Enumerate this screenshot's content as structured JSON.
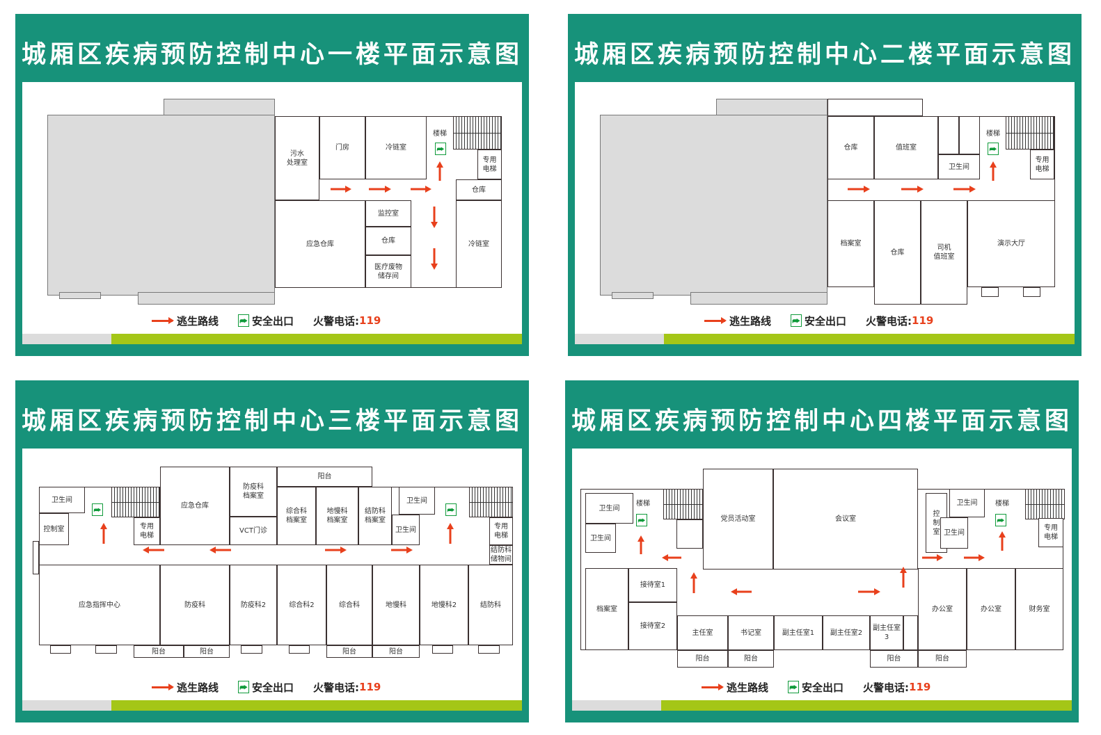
{
  "legend": {
    "route": "逃生路线",
    "exit": "安全出口",
    "fire_label": "火警电话:",
    "fire_number": "119"
  },
  "colors": {
    "panel_green": "#17927a",
    "arrow_red": "#e8401c",
    "exit_green": "#0f9a3a",
    "bar_lime": "#a4c617"
  },
  "icons": {
    "exit": "running-man-exit-icon",
    "route": "arrow-icon"
  },
  "floors": [
    {
      "title": "城厢区疾病预防控制中心一楼平面示意图",
      "rooms": [
        "污水\n处理室",
        "门房",
        "冷链室",
        "楼梯",
        "专用\n电梯",
        "仓库",
        "冷链室",
        "应急仓库",
        "监控室",
        "仓库",
        "医疗废物\n储存间"
      ]
    },
    {
      "title": "城厢区疾病预防控制中心二楼平面示意图",
      "rooms": [
        "仓库",
        "值班室",
        "卫生间",
        "楼梯",
        "专用\n电梯",
        "档案室",
        "仓库",
        "司机\n值班室",
        "演示大厅"
      ]
    },
    {
      "title": "城厢区疾病预防控制中心三楼平面示意图",
      "rooms": [
        "卫生间",
        "控制室",
        "专用\n电梯",
        "应急仓库",
        "防疫科\n档案室",
        "VCT门诊",
        "阳台",
        "综合科\n档案室",
        "地慢科\n档案室",
        "结防科\n档案室",
        "卫生间",
        "卫生间",
        "专用\n电梯",
        "结防科\n储物间",
        "应急指挥中心",
        "防疫科",
        "防疫科2",
        "综合科2",
        "综合科",
        "地慢科",
        "地慢科2",
        "结防科",
        "阳台",
        "阳台",
        "阳台",
        "阳台"
      ]
    },
    {
      "title": "城厢区疾病预防控制中心四楼平面示意图",
      "rooms": [
        "卫生间",
        "卫生间",
        "楼梯",
        "党员活动室",
        "会议室",
        "控\n制\n室",
        "卫生间",
        "卫生间",
        "楼梯",
        "专用\n电梯",
        "档案室",
        "接待室1",
        "接待室2",
        "主任室",
        "书记室",
        "副主任室1",
        "副主任室2",
        "副主任室3",
        "办公室",
        "办公室",
        "财务室",
        "阳台",
        "阳台",
        "阳台",
        "阳台"
      ]
    }
  ]
}
